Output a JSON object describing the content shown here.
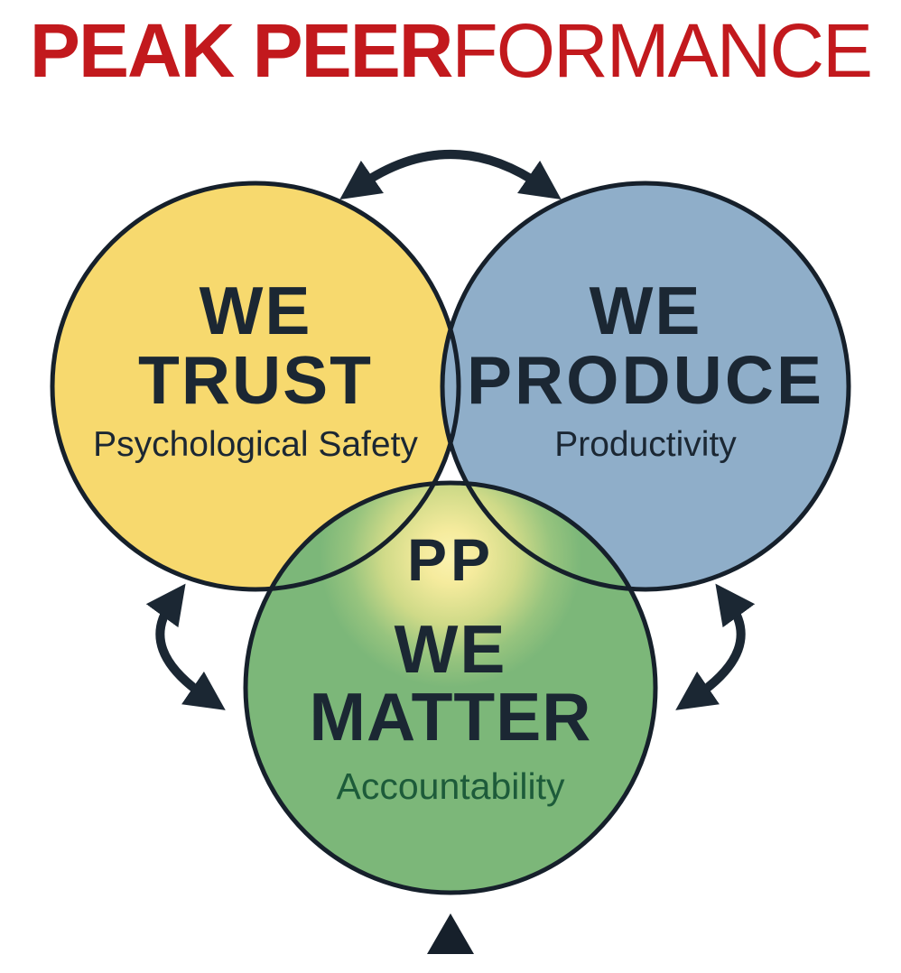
{
  "title": {
    "bold": "PEAK PEER",
    "light": "FORMANCE"
  },
  "diagram": {
    "circles": {
      "trust": {
        "line1": "WE",
        "line2": "TRUST",
        "subtitle": "Psychological Safety",
        "fill": "#F7D96E"
      },
      "produce": {
        "line1": "WE",
        "line2": "PRODUCE",
        "subtitle": "Productivity",
        "fill": "#8FAEC9"
      },
      "matter": {
        "line1": "WE",
        "line2": "MATTER",
        "subtitle": "Accountability",
        "fill": "#7CB779"
      }
    },
    "center_label": "PP",
    "icons": {
      "top_arrow": "curved-double-arrow-icon",
      "left_arrow": "curved-double-arrow-icon",
      "right_arrow": "curved-double-arrow-icon",
      "bottom_marker": "up-triangle-icon"
    },
    "colors": {
      "accent_red": "#C2191D",
      "circle_outline": "#16202B",
      "heading_text": "#1B2733",
      "accountability_text": "#1D5B3A",
      "center_glow": "#FBF3B0",
      "background": "#FFFFFF"
    }
  }
}
